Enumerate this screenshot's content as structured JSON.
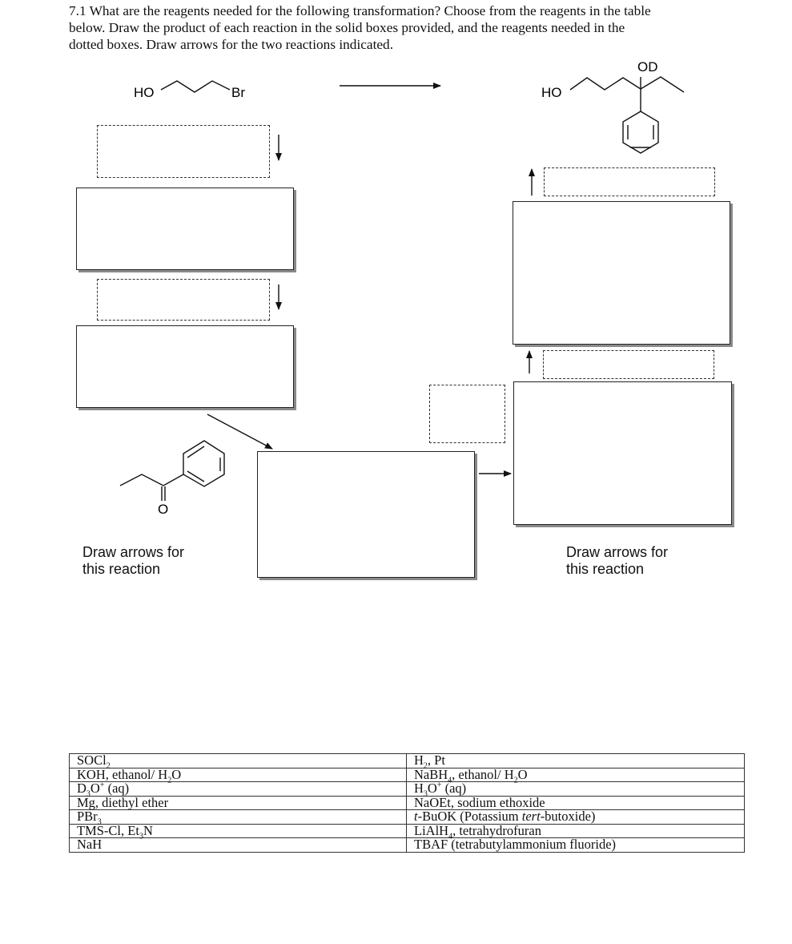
{
  "question": {
    "lines": [
      "7.1 What are the reagents needed for the following transformation? Choose from the reagents in the table",
      "below. Draw the product of each reaction in the solid boxes provided, and the reagents needed in the",
      "dotted boxes. Draw arrows for the two reactions indicated."
    ]
  },
  "molecules": {
    "start_ho": "HO",
    "start_br": "Br",
    "product_ho": "HO",
    "product_od": "OD",
    "ketone_o": "O"
  },
  "notes": {
    "left": [
      "Draw arrows for",
      "this reaction"
    ],
    "right": [
      "Draw arrows for",
      "this reaction"
    ]
  },
  "reagents": {
    "rows": [
      {
        "left": {
          "pre": "SOCl",
          "sub": "2",
          "post": ""
        },
        "right": {
          "pre": "H",
          "sub": "2",
          "post": ", Pt"
        }
      },
      {
        "left": {
          "pre": "KOH, ethanol/ H",
          "sub": "2",
          "post": "O"
        },
        "right": {
          "pre": "NaBH",
          "sub": "4",
          "post": ", ethanol/ H",
          "sub2": "2",
          "post2": "O"
        }
      },
      {
        "left": {
          "pre": "D",
          "sub": "3",
          "post": "O",
          "sup": "+",
          "tail": " (aq)"
        },
        "right": {
          "pre": "H",
          "sub": "3",
          "post": "O",
          "sup": "+",
          "tail": " (aq)"
        }
      },
      {
        "left": {
          "pre": "Mg, diethyl ether"
        },
        "right": {
          "pre": "NaOEt, sodium ethoxide"
        }
      },
      {
        "left": {
          "pre": "PBr",
          "sub": "3",
          "post": ""
        },
        "right": {
          "ital": "t",
          "pre": "-BuOK (Potassium ",
          "ital2": "tert",
          "post": "-butoxide)"
        }
      },
      {
        "left": {
          "pre": "TMS-Cl, Et",
          "sub": "3",
          "post": "N"
        },
        "right": {
          "pre": "LiAlH",
          "sub": "4",
          "post": ", tetrahydrofuran"
        }
      },
      {
        "left": {
          "pre": "NaH"
        },
        "right": {
          "pre": "TBAF (tetrabutylammonium fluoride)"
        }
      }
    ]
  }
}
